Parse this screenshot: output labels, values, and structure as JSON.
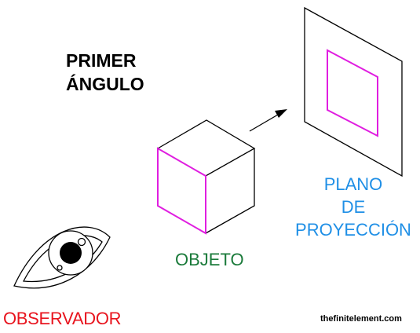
{
  "title": {
    "line1": "PRIMER",
    "line2": "ÁNGULO"
  },
  "labels": {
    "plano_line1": "PLANO",
    "plano_line2": "DE",
    "plano_line3": "PROYECCIÓN",
    "objeto": "OBJETO",
    "observador": "OBSERVADOR",
    "credit": "thefinitelement.com"
  },
  "colors": {
    "outline": "#000000",
    "highlight": "#e01ee0",
    "plano": "#1f8fe6",
    "objeto": "#1a7a3a",
    "observador": "#e8141e"
  },
  "icons": {
    "observer": "eye-icon",
    "direction": "arrow-icon"
  }
}
